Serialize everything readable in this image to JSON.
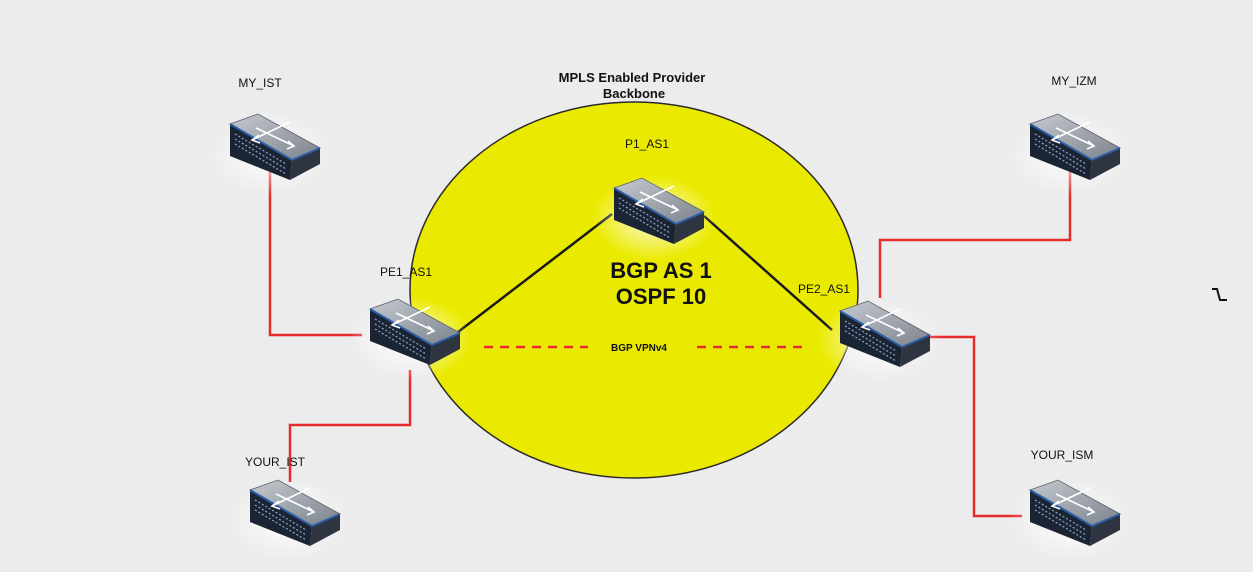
{
  "backbone": {
    "title_line1": "MPLS Enabled Provider",
    "title_line2": "Backbone",
    "protocol_line1": "BGP AS 1",
    "protocol_line2": "OSPF 10",
    "session_label": "BGP VPNv4"
  },
  "routers": {
    "my_ist": "MY_IST",
    "my_izm": "MY_IZM",
    "p1": "P1_AS1",
    "pe1": "PE1_AS1",
    "pe2": "PE2_AS1",
    "your_ist": "YOUR_IST",
    "your_ism": "YOUR_ISM"
  },
  "colors": {
    "background": "#ececec",
    "backbone_fill": "#eaea00",
    "access_link": "#e52b2b",
    "core_link": "#1a1a1a",
    "vpn_session": "#e52b2b",
    "router_top": "#9aa0a8",
    "router_front": "#1b2433",
    "router_accent": "#2b5fa8"
  },
  "icons": {
    "router": "router-switch-icon",
    "stray_mark": "tilde-icon"
  }
}
